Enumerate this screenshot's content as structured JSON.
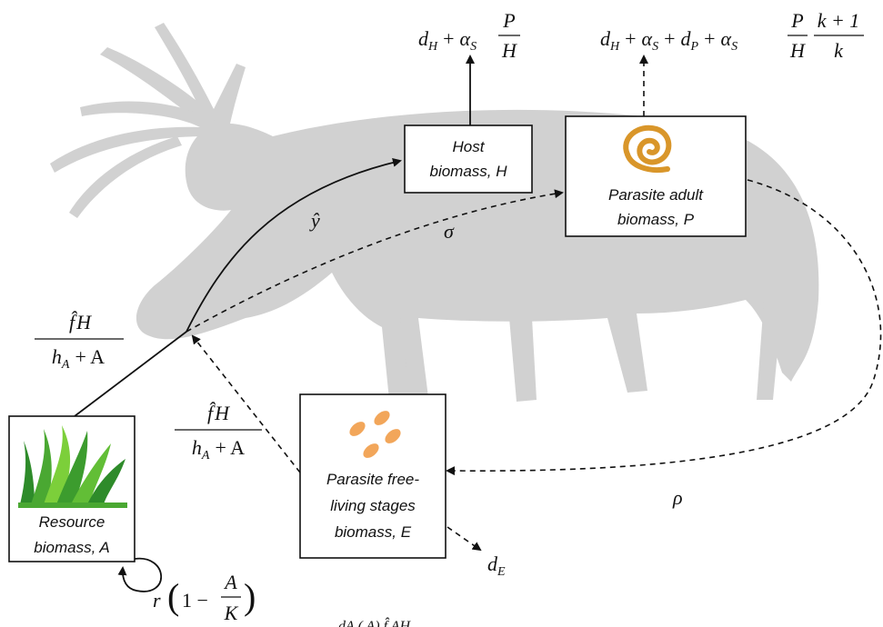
{
  "colors": {
    "silhouette": "#cfcfcf",
    "grass_dark": "#2e8b2a",
    "grass_light": "#7ccf3a",
    "egg": "#f2a65a",
    "worm": "#d9962a"
  },
  "icons": {
    "host_silhouette": "reindeer-silhouette",
    "resource": "grass-icon",
    "parasite_adult": "worm-icon",
    "parasite_eggs": "egg-icon"
  },
  "boxes": {
    "host": {
      "line1": "Host",
      "line2": "biomass, H"
    },
    "parasite_adult": {
      "line1": "Parasite adult",
      "line2": "biomass, P"
    },
    "resource": {
      "line1": "Resource",
      "line2": "biomass, A"
    },
    "free_living": {
      "line1": "Parasite free-",
      "line2": "living stages",
      "line3": "biomass, E"
    }
  },
  "rates": {
    "host_loss": {
      "d": "d",
      "d_sub": "H",
      "plus": "+",
      "alpha": "α",
      "alpha_sub": "S",
      "num": "P",
      "den": "H"
    },
    "parasite_loss": {
      "d": "d",
      "d_sub": "H",
      "plus1": "+",
      "alpha1": "α",
      "alpha1_sub": "S",
      "plus2": "+",
      "dp": "d",
      "dp_sub": "P",
      "plus3": "+",
      "alpha2": "α",
      "alpha2_sub": "S",
      "num1": "P",
      "den1": "H",
      "num2": "k + 1",
      "den2": "k"
    },
    "consumption_upper": {
      "num_f": "f̂",
      "num_h": "H",
      "den_h": "h",
      "den_sub": "A",
      "den_rest": "+ A"
    },
    "consumption_lower": {
      "num_f": "f̂",
      "num_h": "H",
      "den_h": "h",
      "den_sub": "A",
      "den_rest": "+ A"
    },
    "yield": "ŷ",
    "establishment": "σ",
    "release": "ρ",
    "egg_loss": {
      "d": "d",
      "d_sub": "E"
    },
    "growth": {
      "r": "r",
      "open": "(",
      "one": "1 −",
      "num": "A",
      "den": "K",
      "close": ")"
    }
  },
  "equation_partial": "dA     (     A)     f̂  AH"
}
